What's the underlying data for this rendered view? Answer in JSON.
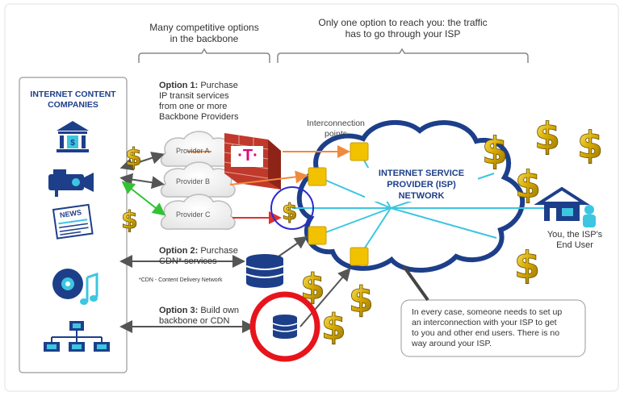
{
  "header": {
    "backbone_line1": "Many competitive options",
    "backbone_line2": "in the backbone",
    "isp_line1": "Only one option to reach you: the traffic",
    "isp_line2": "has to go through your ISP"
  },
  "content_companies": {
    "title_line1": "INTERNET CONTENT",
    "title_line2": "COMPANIES",
    "icons": [
      "bank-icon",
      "video-camera-icon",
      "newspaper-icon",
      "music-disc-icon",
      "network-icon"
    ],
    "news_label": "NEWS"
  },
  "option1": {
    "label": "Option 1:",
    "text1": " Purchase",
    "text2": "IP transit services",
    "text3": "from one or more",
    "text4": "Backbone Providers",
    "providers": [
      "Provider A",
      "Provider B",
      "Provider C"
    ]
  },
  "option2": {
    "label": "Option 2:",
    "text1": " Purchase",
    "text2": "CDN* services",
    "footnote": "*CDN - Content Delivery Network"
  },
  "option3": {
    "label": "Option 3:",
    "text1": " Build own",
    "text2": "backbone or CDN"
  },
  "interconnection": {
    "line1": "Interconnection",
    "line2": "points"
  },
  "isp": {
    "line1": "INTERNET SERVICE",
    "line2": "PROVIDER (ISP)",
    "line3": "NETWORK"
  },
  "end_user": {
    "line1": "You, the ISP's",
    "line2": "End User"
  },
  "note": {
    "line1": "In every case, someone needs to set up",
    "line2": "an interconnection with your ISP to get",
    "line3": "to you and other end users. There is no",
    "line4": "way around your ISP."
  },
  "telekom": {
    "logo_text": "·T·"
  },
  "colors": {
    "isp_blue": "#1d3f8a",
    "connector_cyan": "#3cc6e0",
    "interconnect_yellow": "#f2c200",
    "highlight_red": "#e8141c",
    "telekom_magenta": "#e20074",
    "dollar_gold": "#d8b000"
  }
}
